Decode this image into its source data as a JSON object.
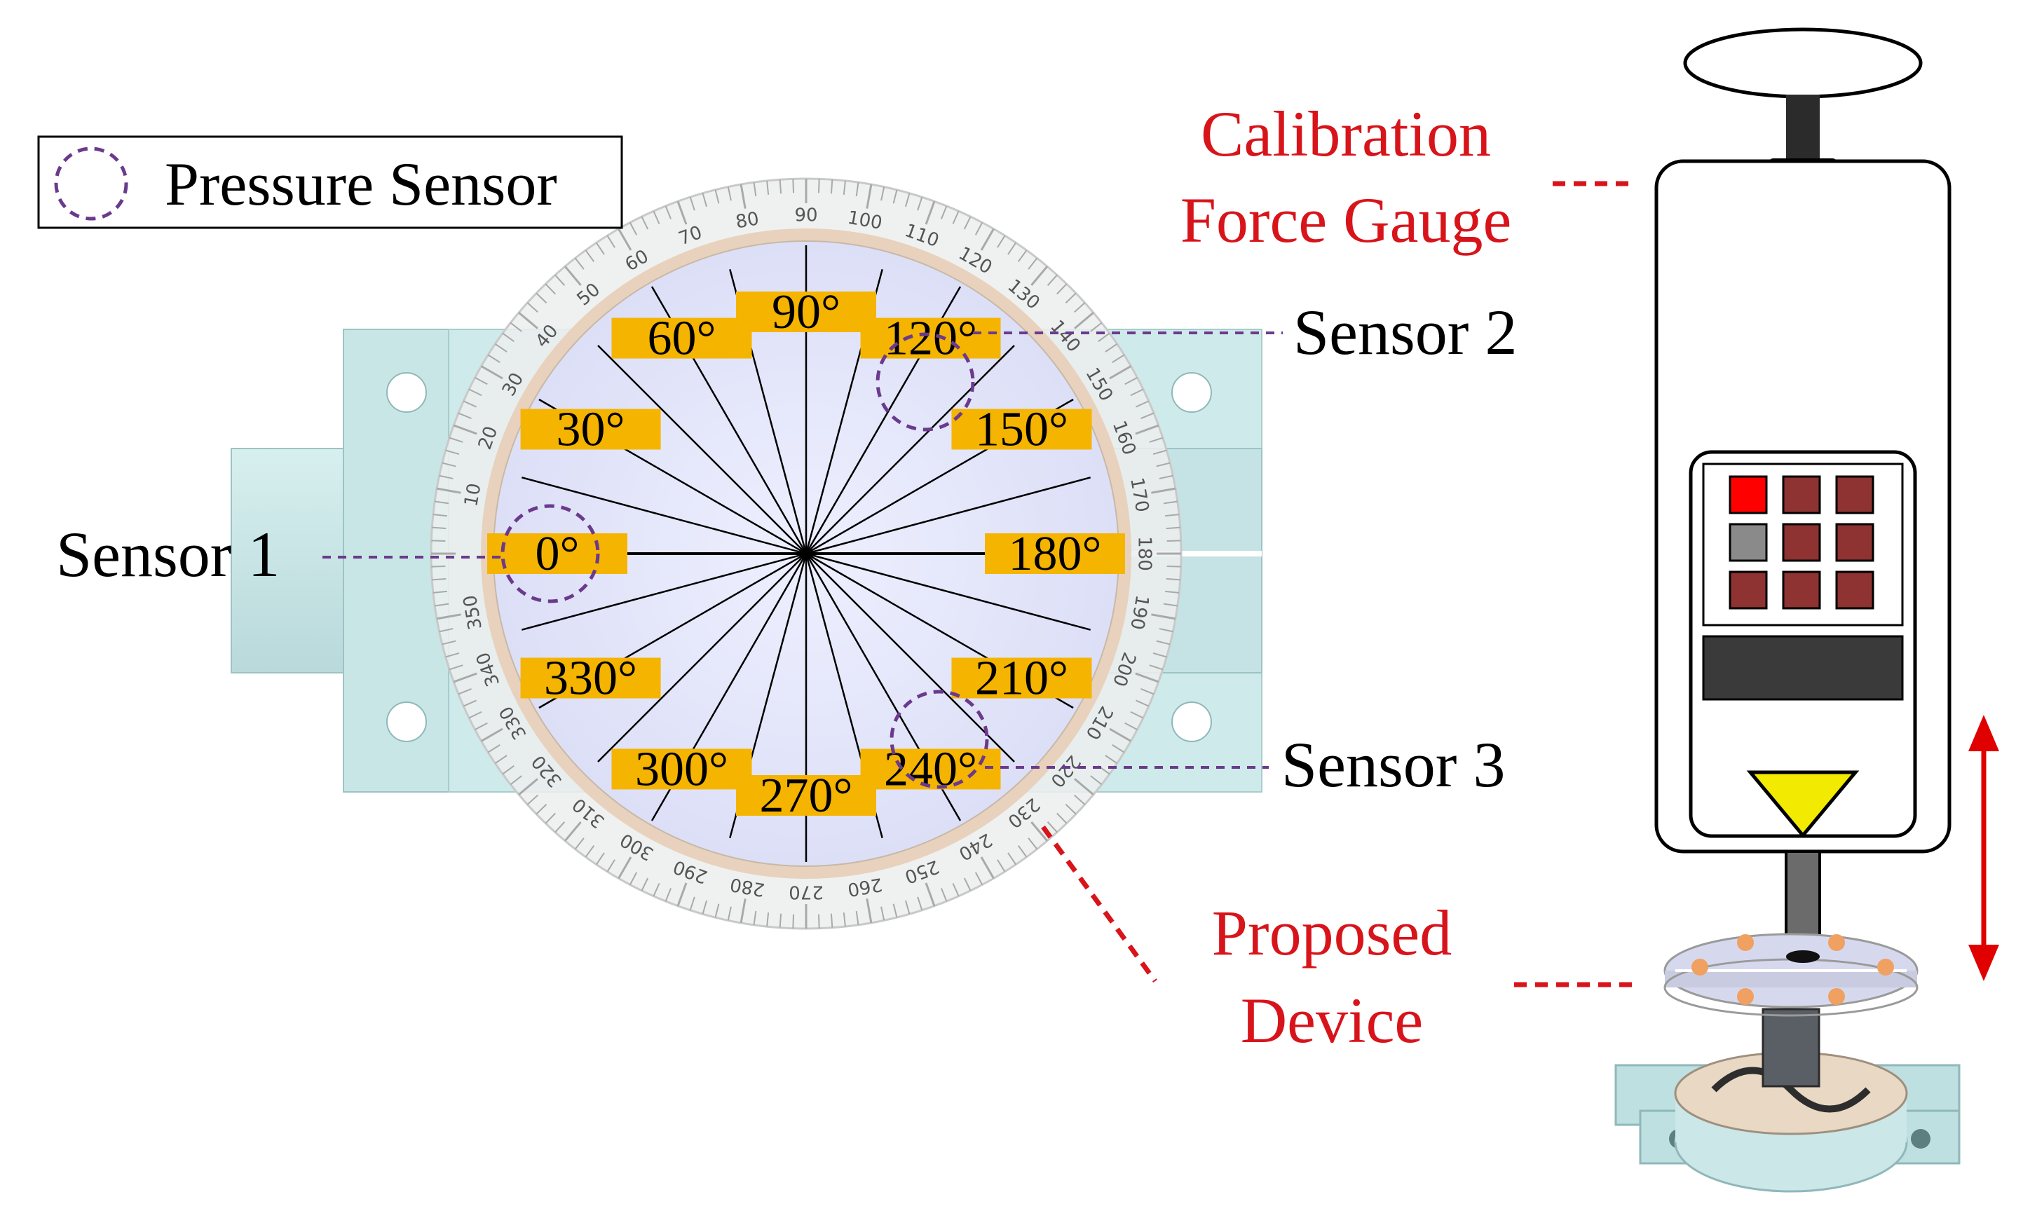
{
  "legend": {
    "label": "Pressure Sensor"
  },
  "labels": {
    "sensor1": "Sensor 1",
    "sensor2": "Sensor 2",
    "sensor3": "Sensor 3",
    "gauge_line1": "Calibration",
    "gauge_line2": "Force Gauge",
    "device_line1": "Proposed",
    "device_line2": "Device"
  },
  "angle_labels": [
    "0°",
    "30°",
    "60°",
    "90°",
    "120°",
    "150°",
    "180°",
    "210°",
    "240°",
    "270°",
    "300°",
    "330°"
  ],
  "sensor_angles": [
    "0°",
    "120°",
    "240°"
  ],
  "protractor_ticks": [
    "10",
    "20",
    "30",
    "40",
    "50",
    "60",
    "70",
    "80",
    "90",
    "100",
    "110",
    "120",
    "130",
    "140",
    "150",
    "160",
    "170",
    "180",
    "190",
    "200",
    "210",
    "220",
    "230",
    "240",
    "250",
    "260",
    "270",
    "280",
    "290",
    "300",
    "310",
    "320",
    "330",
    "340",
    "350"
  ],
  "colors": {
    "callout_red": "#d8141b",
    "sensor_purple": "#6b3a8c",
    "angle_tag": "#f5b400",
    "gauge_marker": "#f2ea00",
    "device_dot": "#f0a060",
    "bracket": "#cfeaea"
  },
  "icons": {
    "legend_marker": "dashed-circle-icon",
    "motion": "double-arrow-icon",
    "gauge_indicator": "triangle-icon"
  }
}
